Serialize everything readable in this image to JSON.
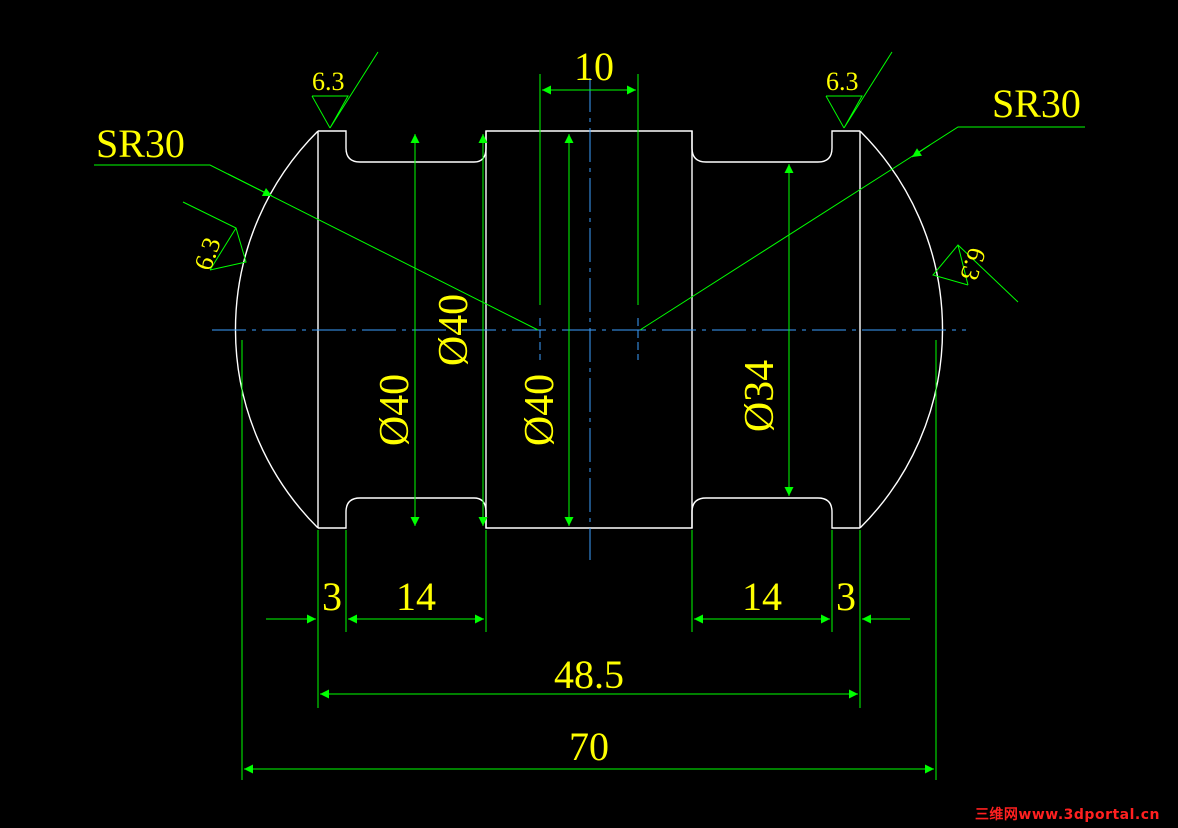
{
  "drawing": {
    "dimensions": {
      "top_width": "10",
      "left_sphere_radius": "SR30",
      "right_sphere_radius": "SR30",
      "diameter_center_left": "Ø40",
      "diameter_left_groove": "Ø40",
      "diameter_center": "Ø40",
      "diameter_right_groove": "Ø34",
      "left_shoulder": "3",
      "left_groove": "14",
      "right_groove": "14",
      "right_shoulder": "3",
      "inner_length": "48.5",
      "overall_length": "70"
    },
    "surface_finish": {
      "top_left": "6.3",
      "top_right": "6.3",
      "side_left": "6.3",
      "side_right": "6.3"
    },
    "colors": {
      "background": "#000000",
      "outline": "#ffffff",
      "dimension_line": "#00ff00",
      "dimension_text": "#ffff00",
      "centerline": "#3ca0ff",
      "watermark": "#ff2020"
    }
  },
  "watermark": "三维网www.3dportal.cn"
}
